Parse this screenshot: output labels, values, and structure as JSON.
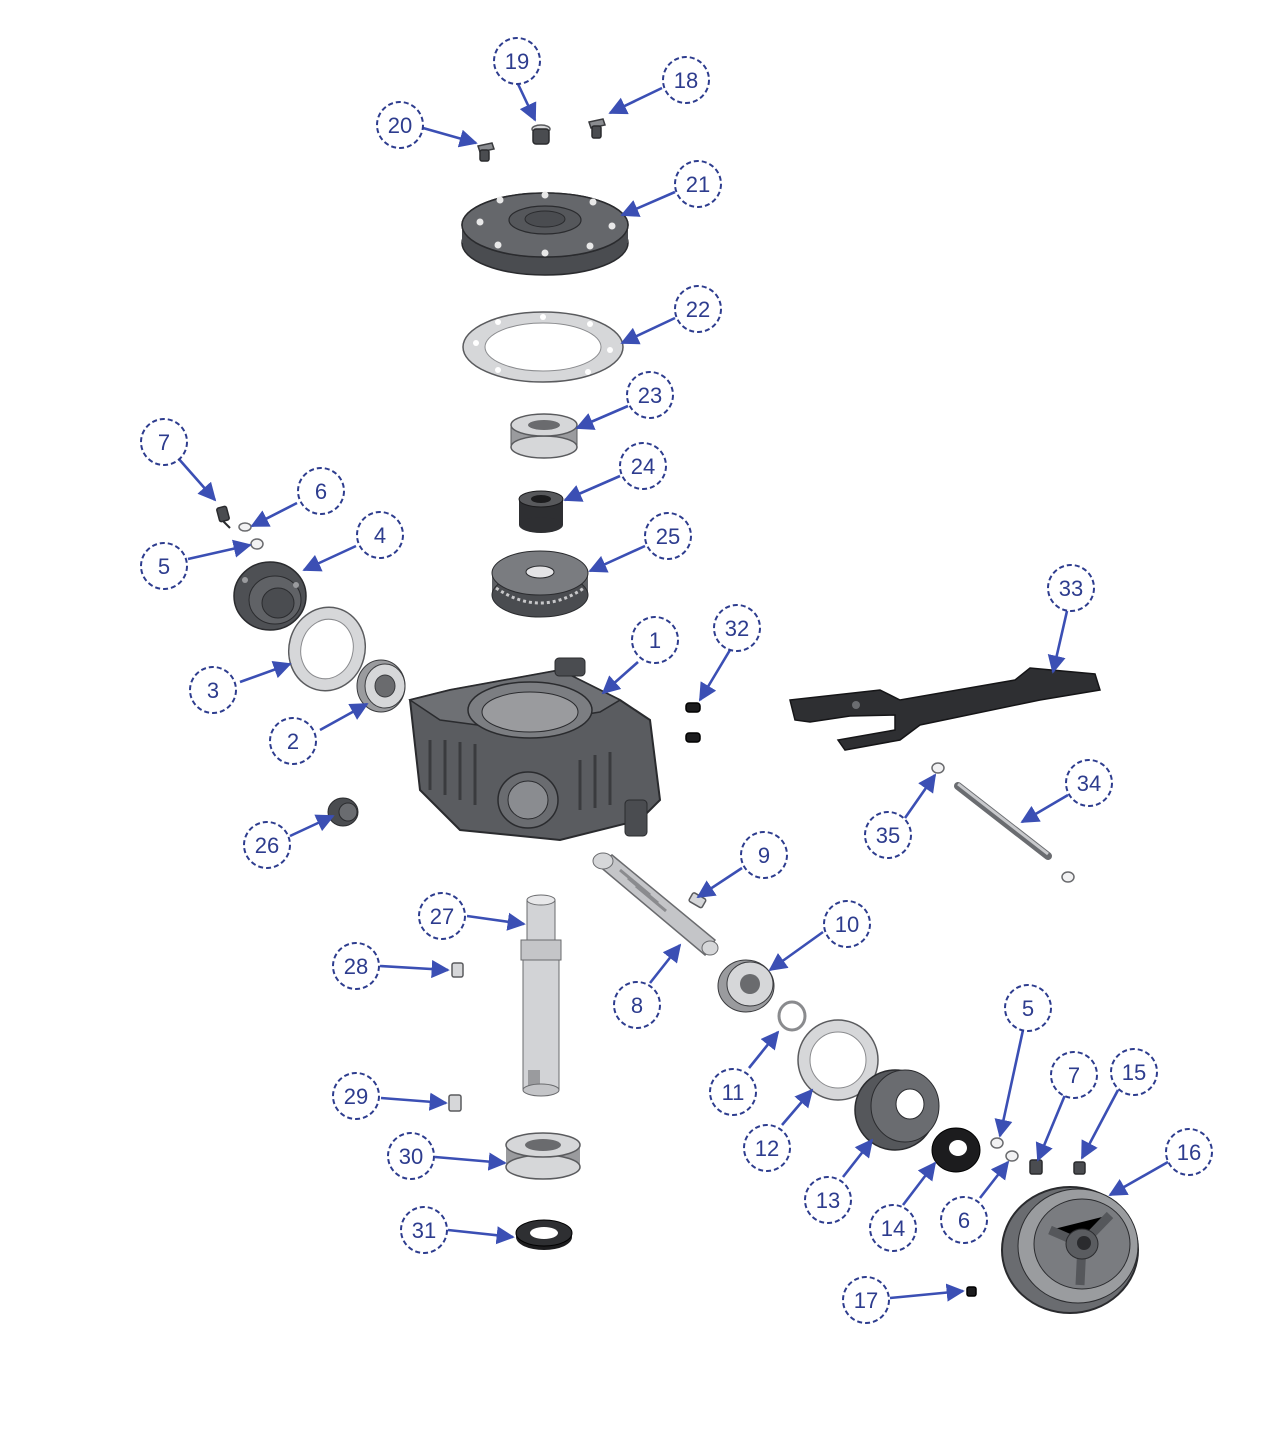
{
  "callouts": [
    {
      "id": "c1",
      "label": "1"
    },
    {
      "id": "c2",
      "label": "2"
    },
    {
      "id": "c3",
      "label": "3"
    },
    {
      "id": "c4",
      "label": "4"
    },
    {
      "id": "c5a",
      "label": "5"
    },
    {
      "id": "c5b",
      "label": "5"
    },
    {
      "id": "c6a",
      "label": "6"
    },
    {
      "id": "c6b",
      "label": "6"
    },
    {
      "id": "c7a",
      "label": "7"
    },
    {
      "id": "c7b",
      "label": "7"
    },
    {
      "id": "c8",
      "label": "8"
    },
    {
      "id": "c9",
      "label": "9"
    },
    {
      "id": "c10",
      "label": "10"
    },
    {
      "id": "c11",
      "label": "11"
    },
    {
      "id": "c12",
      "label": "12"
    },
    {
      "id": "c13",
      "label": "13"
    },
    {
      "id": "c14",
      "label": "14"
    },
    {
      "id": "c15",
      "label": "15"
    },
    {
      "id": "c16",
      "label": "16"
    },
    {
      "id": "c17",
      "label": "17"
    },
    {
      "id": "c18",
      "label": "18"
    },
    {
      "id": "c19",
      "label": "19"
    },
    {
      "id": "c20",
      "label": "20"
    },
    {
      "id": "c21",
      "label": "21"
    },
    {
      "id": "c22",
      "label": "22"
    },
    {
      "id": "c23",
      "label": "23"
    },
    {
      "id": "c24",
      "label": "24"
    },
    {
      "id": "c25",
      "label": "25"
    },
    {
      "id": "c26",
      "label": "26"
    },
    {
      "id": "c27",
      "label": "27"
    },
    {
      "id": "c28",
      "label": "28"
    },
    {
      "id": "c29",
      "label": "29"
    },
    {
      "id": "c30",
      "label": "30"
    },
    {
      "id": "c31",
      "label": "31"
    },
    {
      "id": "c32",
      "label": "32"
    },
    {
      "id": "c33",
      "label": "33"
    },
    {
      "id": "c34",
      "label": "34"
    },
    {
      "id": "c35",
      "label": "35"
    }
  ],
  "colors": {
    "callout_text": "#2d3c8e",
    "leader": "#3b4fb4",
    "background": "#ffffff"
  }
}
